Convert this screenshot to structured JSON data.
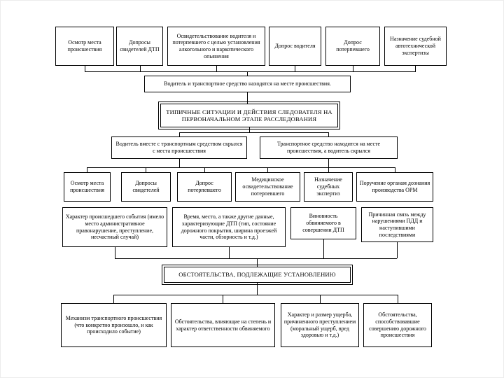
{
  "colors": {
    "background": "#ffffff",
    "box_border": "#000000",
    "text": "#000000",
    "line": "#000000"
  },
  "flowchart": {
    "top_actions": [
      "Осмотр места происшествия",
      "Допросы свидетелей ДТП",
      "Освидетельствование водителя и потерпевшего с целью установления алкогольного и наркотического опьянения",
      "Допрос водителя",
      "Допрос потерпевшего",
      "Назначение судебной автотехнической экспертизы"
    ],
    "situation_present": "Водитель и транспортное средство находятся на месте происшествия.",
    "central_title": "ТИПИЧНЫЕ СИТУАЦИИ И ДЕЙСТВИЯ СЛЕДОВАТЕЛЯ НА ПЕРВОНАЧАЛЬНОМ ЭТАПЕ РАССЛЕДОВАНИЯ",
    "situation_driver_fled_with_vehicle": "Водитель вместе с транспортным средством скрылся с места происшествия",
    "situation_vehicle_present_driver_fled": "Транспортное средство находится на месте происшествия, а водитель скрылся",
    "followup_actions": [
      "Осмотр места происшествия",
      "Допросы свидетелей",
      "Допрос потерпевшего",
      "Медицинское освидетельствование потерпевшего",
      "Назначение судебных экспертиз",
      "Поручение органам дознания производства ОРМ"
    ],
    "circumstances_upper": [
      "Характер происшедшего события (имело место административное правонарушение, преступление, несчастный случай)",
      "Время, место, а также другие данные, характеризующие ДТП (тип, состояние дорожного покрытия, ширина проезжей части, обзорность и т.д.)",
      "Виновность обвиняемого в совершении ДТП",
      "Причинная связь между нарушениями ПДД и наступившими последствиями"
    ],
    "establish_title": "ОБСТОЯТЕЛЬСТВА, ПОДЛЕЖАЩИЕ УСТАНОВЛЕНИЮ",
    "circumstances_lower": [
      "Механизм транспортного происшествия (что конкретно произошло, и как происходило событие)",
      "Обстоятельства, влияющие на степень и характер ответственности обвиняемого",
      "Характер и размер ущерба, причиненного преступлением (моральный ущерб, вред здоровью и т.д.)",
      "Обстоятельства, способствовавшие совершению дорожного происшествия"
    ]
  }
}
